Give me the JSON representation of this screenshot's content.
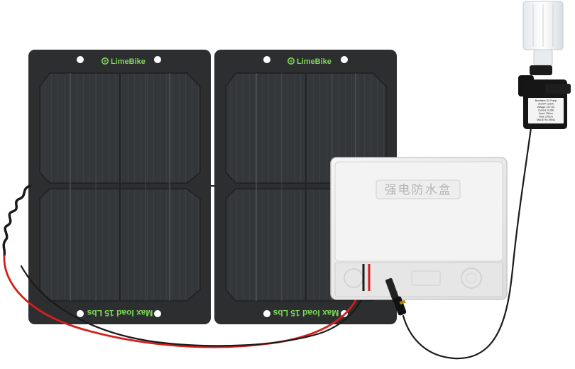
{
  "product": {
    "panels": [
      {
        "brand": "LimeBike",
        "capacity_label": "Max load 15 Lbs"
      },
      {
        "brand": "LimeBike",
        "capacity_label": "Max load 15 Lbs"
      }
    ],
    "junction_box": {
      "label": "强电防水盒"
    },
    "pump": {
      "label_lines": [
        "Brushless DC Pump",
        "AD20P-1230A",
        "Voltage: 12V DC",
        "Current: 0.35A",
        "Head: 300cm",
        "Flow: 240L/H",
        "MADE IN CHINA"
      ]
    }
  },
  "colors": {
    "panel": "#2c2e30",
    "cell": "#3a3d40",
    "brand_green": "#7ed957",
    "cable_red": "#d41f1f",
    "cable_black": "#1a1a1a",
    "box": "#eeeeee"
  }
}
